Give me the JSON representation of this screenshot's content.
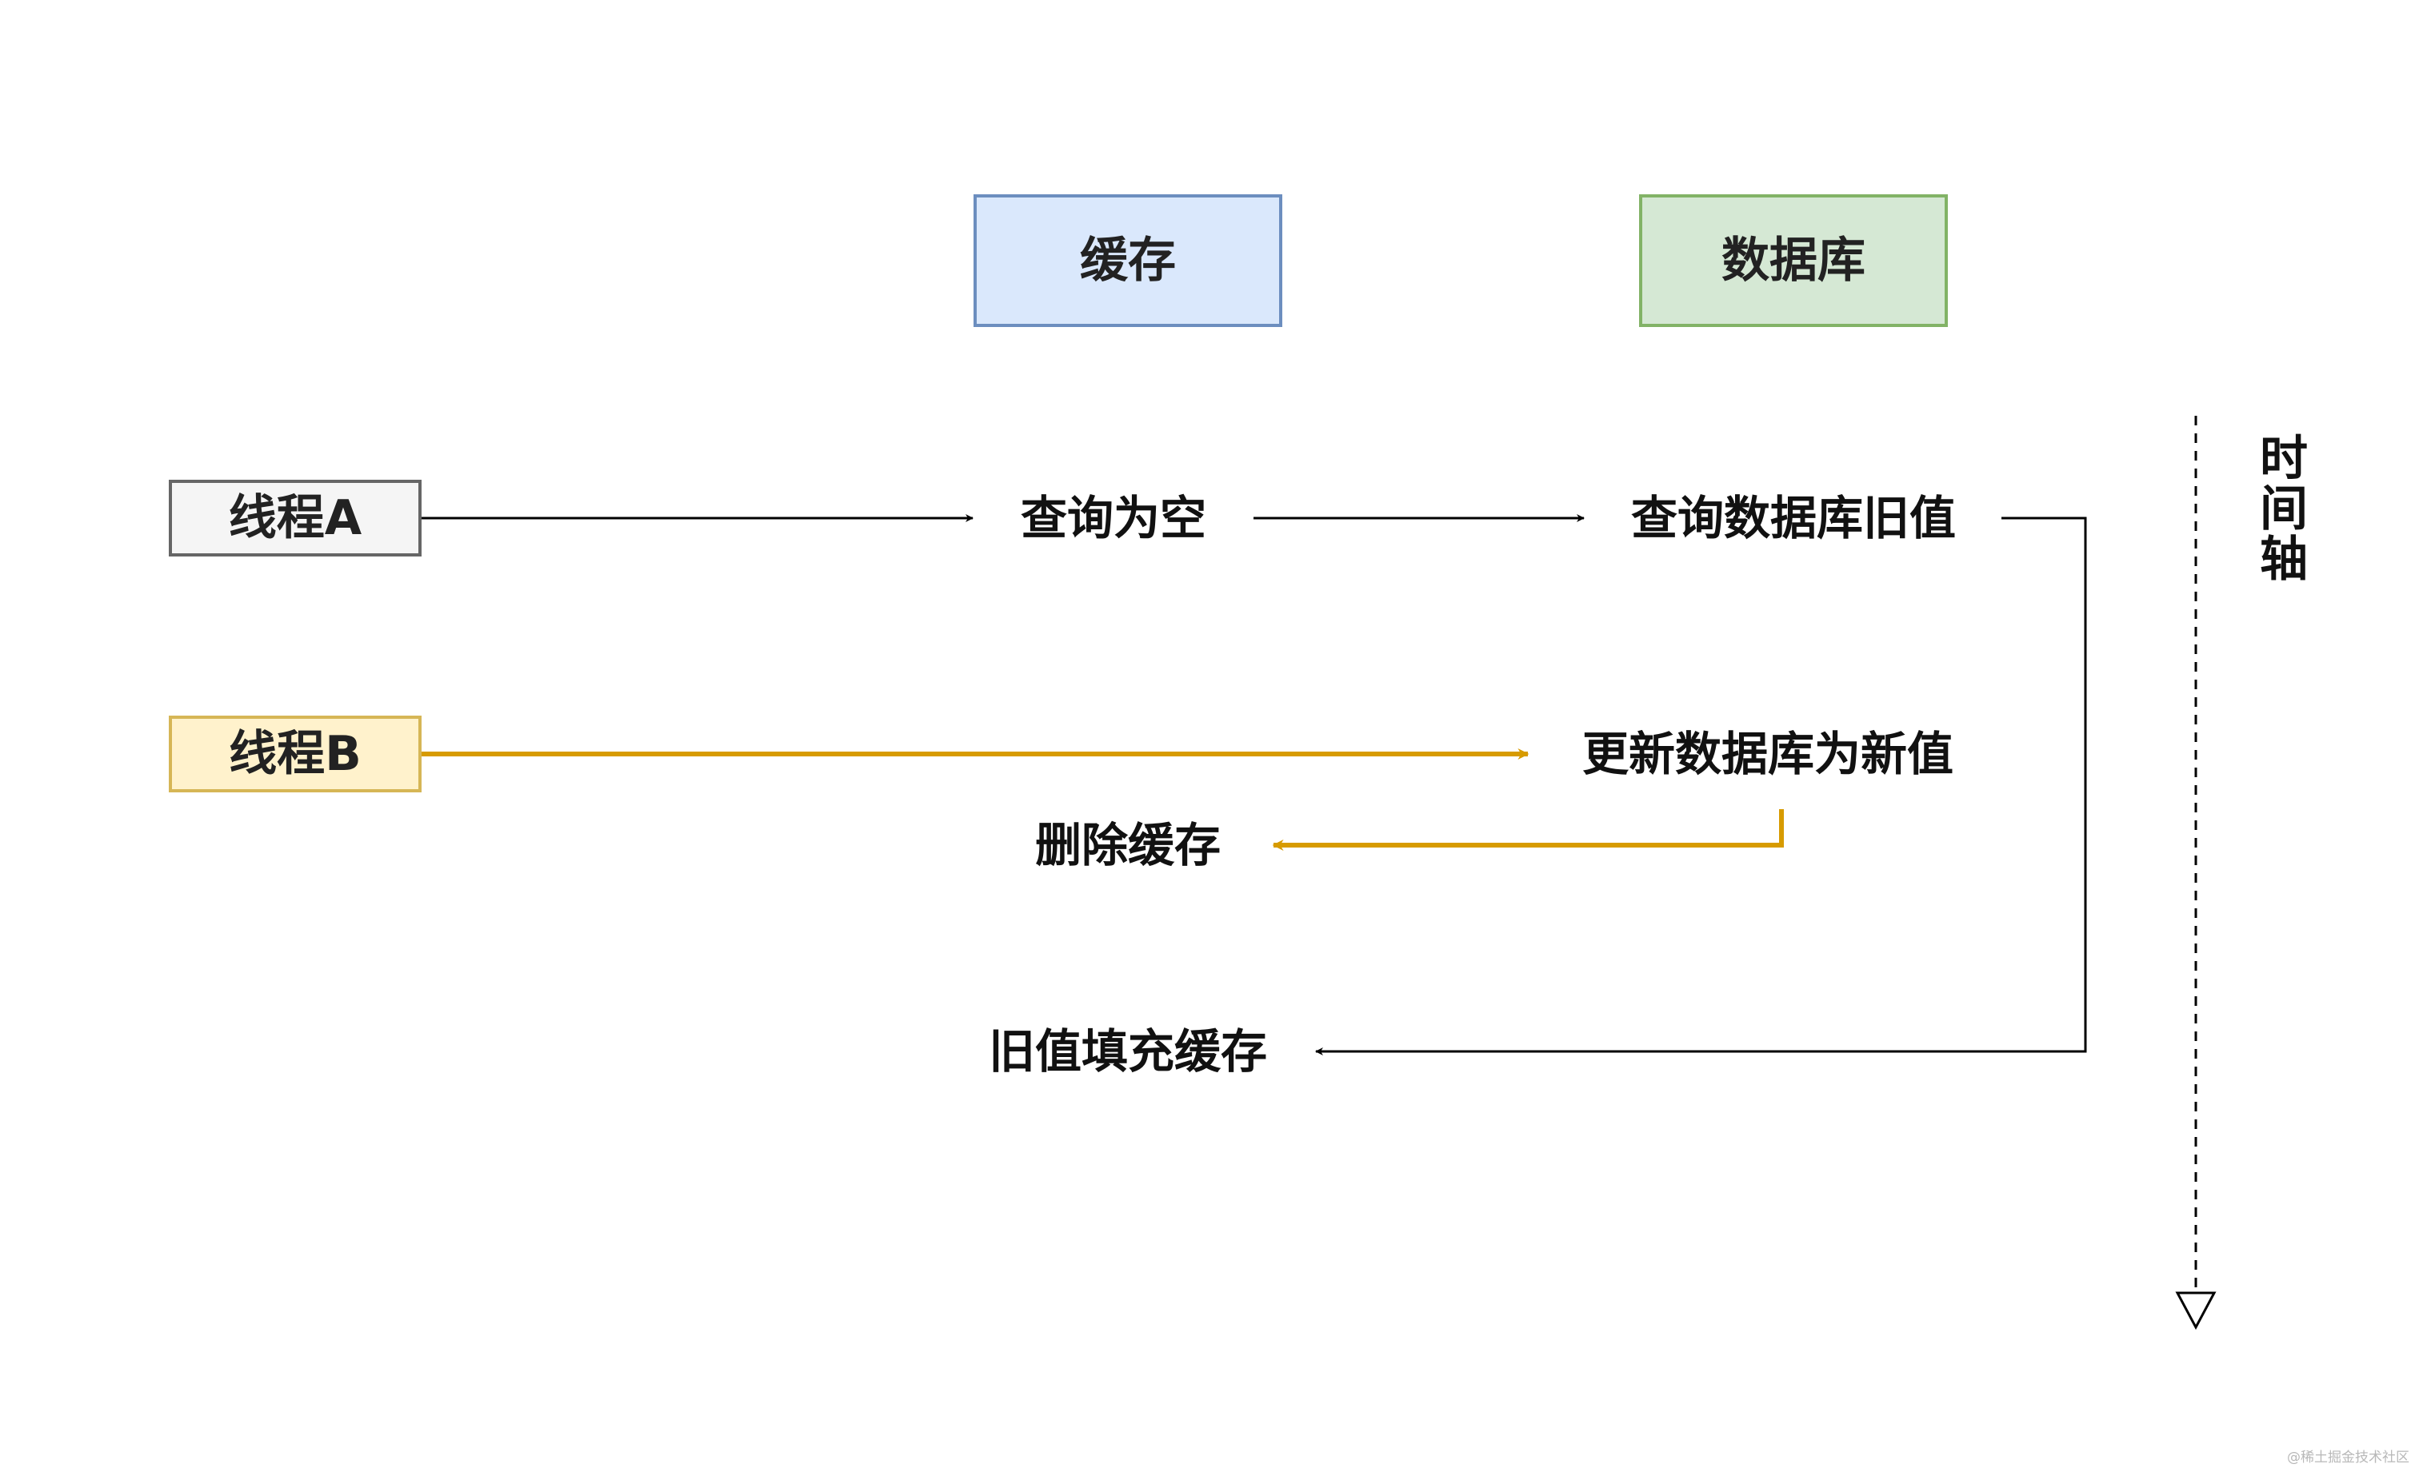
{
  "colors": {
    "cache_fill": "#dae8fc",
    "cache_stroke": "#6c8ebf",
    "db_fill": "#d5e8d4",
    "db_stroke": "#82b366",
    "thread_a_fill": "#f5f5f5",
    "thread_a_stroke": "#666666",
    "thread_b_fill": "#fff2cc",
    "thread_b_stroke": "#d6b656",
    "thread_b_arrow": "#d79b00",
    "black_arrow": "#000000"
  },
  "headers": {
    "cache": "缓存",
    "database": "数据库"
  },
  "threads": {
    "a": "线程A",
    "b": "线程B"
  },
  "steps": {
    "query_empty": "查询为空",
    "query_db_old": "查询数据库旧值",
    "update_db_new": "更新数据库为新值",
    "delete_cache": "删除缓存",
    "fill_cache_old": "旧值填充缓存"
  },
  "timeline": {
    "label": [
      "时",
      "间",
      "轴"
    ]
  },
  "watermark": "@稀土掘金技术社区"
}
